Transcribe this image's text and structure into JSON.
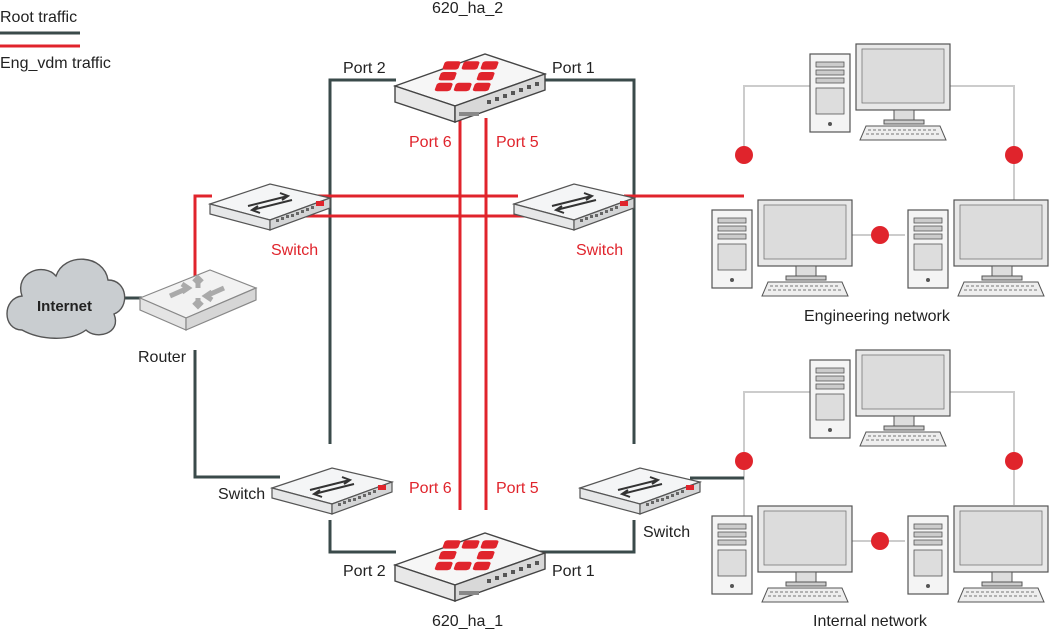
{
  "legend": [
    {
      "label": "Root traffic",
      "color": "#3a4a4a"
    },
    {
      "label": "Eng_vdm traffic",
      "color": "#e0242c"
    }
  ],
  "colors": {
    "root": "#3a4a4a",
    "eng": "#e0242c",
    "network_link": "#cccccc",
    "node": "#e0242c"
  },
  "firewalls": {
    "top": {
      "name": "620_ha_2",
      "port2": "Port 2",
      "port1": "Port 1",
      "port6": "Port 6",
      "port5": "Port 5"
    },
    "bottom": {
      "name": "620_ha_1",
      "port2": "Port 2",
      "port1": "Port 1",
      "port6": "Port 6",
      "port5": "Port 5"
    }
  },
  "switches": {
    "top_left": "Switch",
    "top_right": "Switch",
    "bottom_left": "Switch",
    "bottom_right": "Switch"
  },
  "router": "Router",
  "internet": "Internet",
  "networks": {
    "engineering": "Engineering network",
    "internal": "Internal network"
  }
}
